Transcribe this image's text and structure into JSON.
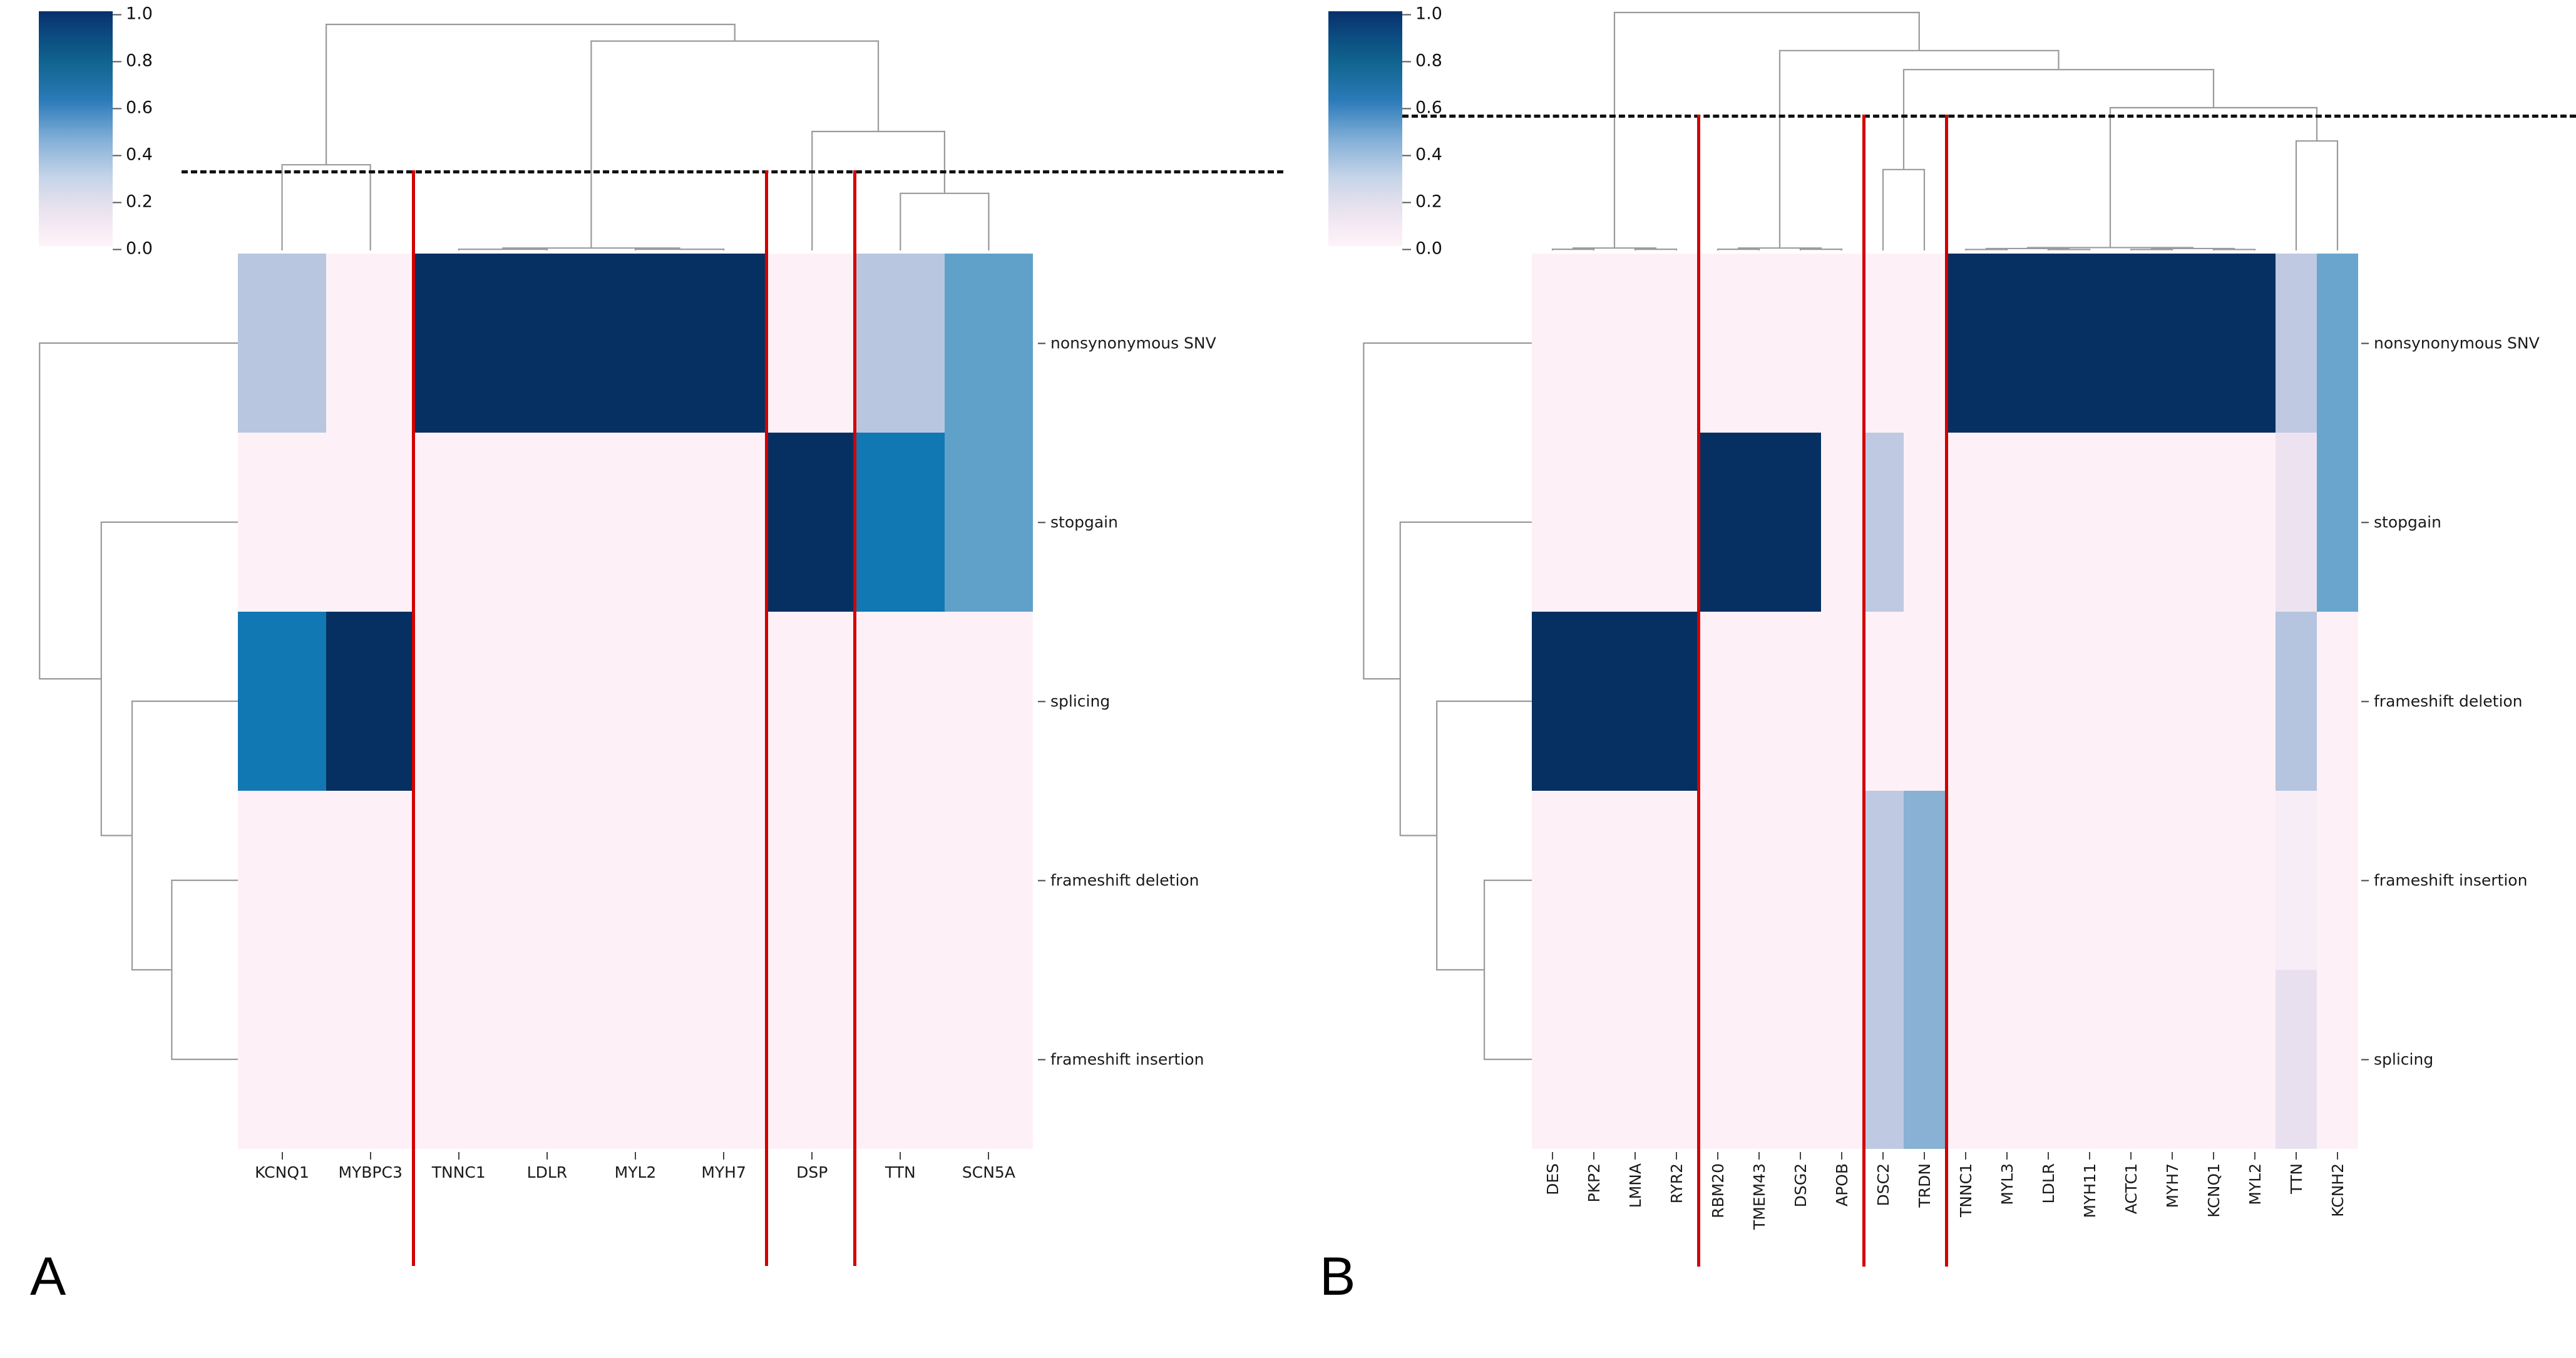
{
  "figure": {
    "panels": [
      {
        "id": "A",
        "letter": "A",
        "colorbar": {
          "ticks": [
            "1.0",
            "0.8",
            "0.6",
            "0.4",
            "0.2",
            "0.0"
          ],
          "vmin": 0.0,
          "vmax": 1.0,
          "colormap": "PuBu-like (pale pink -> dark navy blue)"
        },
        "threshold": {
          "value": 0.39,
          "style": "dashed",
          "color": "#111111"
        },
        "cut_lines": {
          "count": 3,
          "color": "#d40000"
        },
        "row_labels": [
          "nonsynonymous SNV",
          "stopgain",
          "splicing",
          "frameshift deletion",
          "frameshift insertion"
        ],
        "col_labels": [
          "KCNQ1",
          "MYBPC3",
          "TNNC1",
          "LDLR",
          "MYL2",
          "MYH7",
          "DSP",
          "TTN",
          "SCN5A"
        ]
      },
      {
        "id": "B",
        "letter": "B",
        "colorbar": {
          "ticks": [
            "1.0",
            "0.8",
            "0.6",
            "0.4",
            "0.2",
            "0.0"
          ],
          "vmin": 0.0,
          "vmax": 1.0,
          "colormap": "PuBu-like (pale pink -> dark navy blue)"
        },
        "threshold": {
          "value": 0.65,
          "style": "dashed",
          "color": "#111111"
        },
        "cut_lines": {
          "count": 3,
          "color": "#d40000"
        },
        "row_labels": [
          "nonsynonymous SNV",
          "stopgain",
          "frameshift deletion",
          "frameshift insertion",
          "splicing"
        ],
        "col_labels": [
          "DES",
          "PKP2",
          "LMNA",
          "RYR2",
          "RBM20",
          "TMEM43",
          "DSG2",
          "APOB",
          "DSC2",
          "TRDN",
          "TNNC1",
          "MYL3",
          "LDLR",
          "MYH11",
          "ACTC1",
          "MYH7",
          "KCNQ1",
          "MYL2",
          "TTN",
          "KCNH2"
        ]
      }
    ]
  },
  "chart_data": [
    {
      "type": "heatmap",
      "panel": "A",
      "title": "",
      "xlabel": "",
      "ylabel": "",
      "zlim": [
        0.0,
        1.0
      ],
      "grid": false,
      "legend_position": "top-left colorbar",
      "x": [
        "KCNQ1",
        "MYBPC3",
        "TNNC1",
        "LDLR",
        "MYL2",
        "MYH7",
        "DSP",
        "TTN",
        "SCN5A"
      ],
      "y": [
        "nonsynonymous SNV",
        "stopgain",
        "splicing",
        "frameshift deletion",
        "frameshift insertion"
      ],
      "values": [
        [
          0.32,
          0.02,
          1.0,
          1.0,
          1.0,
          1.0,
          0.02,
          0.32,
          0.54
        ],
        [
          0.02,
          0.02,
          0.02,
          0.02,
          0.02,
          0.02,
          1.0,
          0.72,
          0.54
        ],
        [
          0.72,
          1.0,
          0.02,
          0.02,
          0.02,
          0.02,
          0.02,
          0.02,
          0.02
        ],
        [
          0.02,
          0.02,
          0.02,
          0.02,
          0.02,
          0.02,
          0.02,
          0.02,
          0.02
        ],
        [
          0.02,
          0.02,
          0.02,
          0.02,
          0.02,
          0.02,
          0.02,
          0.02,
          0.02
        ]
      ],
      "cut_lines_after_columns": [
        "MYBPC3",
        "MYH7",
        "DSP"
      ],
      "threshold_line": 0.39,
      "col_dendrogram": {
        "orientation": "top",
        "leaf_order": [
          "KCNQ1",
          "MYBPC3",
          "TNNC1",
          "LDLR",
          "MYL2",
          "MYH7",
          "DSP",
          "TTN",
          "SCN5A"
        ],
        "merges": [
          {
            "left": "KCNQ1",
            "right": "MYBPC3",
            "height": 0.36
          },
          {
            "left": "TTN",
            "right": "SCN5A",
            "height": 0.24
          },
          {
            "left": "DSP",
            "right": "(TTN,SCN5A)",
            "height": 0.5
          },
          {
            "left": "(TNNC1,LDLR,MYL2,MYH7)",
            "right": "(DSP,TTN,SCN5A)",
            "height": 0.88
          },
          {
            "left": "(KCNQ1,MYBPC3)",
            "right": "rest",
            "height": 0.95
          }
        ]
      },
      "row_dendrogram": {
        "orientation": "left",
        "leaf_order": [
          "nonsynonymous SNV",
          "stopgain",
          "splicing",
          "frameshift deletion",
          "frameshift insertion"
        ],
        "merges": [
          {
            "left": "frameshift deletion",
            "right": "frameshift insertion",
            "height": 0.3
          },
          {
            "left": "splicing",
            "right": "(frameshift deletion,frameshift insertion)",
            "height": 0.48
          },
          {
            "left": "stopgain",
            "right": "cluster",
            "height": 0.62
          },
          {
            "left": "nonsynonymous SNV",
            "right": "rest",
            "height": 0.9
          }
        ]
      }
    },
    {
      "type": "heatmap",
      "panel": "B",
      "title": "",
      "xlabel": "",
      "ylabel": "",
      "zlim": [
        0.0,
        1.0
      ],
      "grid": false,
      "legend_position": "top-left colorbar",
      "x": [
        "DES",
        "PKP2",
        "LMNA",
        "RYR2",
        "RBM20",
        "TMEM43",
        "DSG2",
        "APOB",
        "DSC2",
        "TRDN",
        "TNNC1",
        "MYL3",
        "LDLR",
        "MYH11",
        "ACTC1",
        "MYH7",
        "KCNQ1",
        "MYL2",
        "TTN",
        "KCNH2"
      ],
      "y": [
        "nonsynonymous SNV",
        "stopgain",
        "frameshift deletion",
        "frameshift insertion",
        "splicing"
      ],
      "values": [
        [
          0.02,
          0.02,
          0.02,
          0.02,
          0.02,
          0.02,
          0.02,
          0.02,
          0.02,
          0.02,
          1.0,
          1.0,
          1.0,
          1.0,
          1.0,
          1.0,
          1.0,
          1.0,
          0.3,
          0.52
        ],
        [
          0.02,
          0.02,
          0.02,
          0.02,
          1.0,
          1.0,
          1.0,
          0.02,
          0.3,
          0.02,
          0.02,
          0.02,
          0.02,
          0.02,
          0.02,
          0.02,
          0.02,
          0.02,
          0.12,
          0.52
        ],
        [
          1.0,
          1.0,
          1.0,
          1.0,
          0.02,
          0.02,
          0.02,
          0.02,
          0.02,
          0.02,
          0.02,
          0.02,
          0.02,
          0.02,
          0.02,
          0.02,
          0.02,
          0.02,
          0.33,
          0.02
        ],
        [
          0.02,
          0.02,
          0.02,
          0.02,
          0.02,
          0.02,
          0.02,
          0.02,
          0.3,
          0.45,
          0.02,
          0.02,
          0.02,
          0.02,
          0.02,
          0.02,
          0.02,
          0.02,
          0.06,
          0.02
        ],
        [
          0.02,
          0.02,
          0.02,
          0.02,
          0.02,
          0.02,
          0.02,
          0.02,
          0.3,
          0.45,
          0.02,
          0.02,
          0.02,
          0.02,
          0.02,
          0.02,
          0.02,
          0.02,
          0.14,
          0.02
        ]
      ],
      "cut_lines_after_columns": [
        "RYR2",
        "APOB",
        "TRDN"
      ],
      "threshold_line": 0.65,
      "col_dendrogram": {
        "orientation": "top",
        "leaf_order": [
          "DES",
          "PKP2",
          "LMNA",
          "RYR2",
          "RBM20",
          "TMEM43",
          "DSG2",
          "APOB",
          "DSC2",
          "TRDN",
          "TNNC1",
          "MYL3",
          "LDLR",
          "MYH11",
          "ACTC1",
          "MYH7",
          "KCNQ1",
          "MYL2",
          "TTN",
          "KCNH2"
        ],
        "merges": [
          {
            "left": "DSC2",
            "right": "TRDN",
            "height": 0.34
          },
          {
            "left": "TTN",
            "right": "KCNH2",
            "height": 0.46
          },
          {
            "left": "(TNNC1..MYL2)",
            "right": "(TTN,KCNH2)",
            "height": 0.6
          },
          {
            "left": "(DSC2,TRDN)",
            "right": "big-right-cluster",
            "height": 0.76
          },
          {
            "left": "(RBM20..APOB)",
            "right": "merged",
            "height": 0.84
          },
          {
            "left": "(DES,PKP2,LMNA,RYR2)",
            "right": "rest",
            "height": 1.0
          }
        ]
      },
      "row_dendrogram": {
        "orientation": "left",
        "leaf_order": [
          "nonsynonymous SNV",
          "stopgain",
          "frameshift deletion",
          "frameshift insertion",
          "splicing"
        ],
        "merges": [
          {
            "left": "frameshift insertion",
            "right": "splicing",
            "height": 0.26
          },
          {
            "left": "frameshift deletion",
            "right": "(frameshift insertion,splicing)",
            "height": 0.52
          },
          {
            "left": "stopgain",
            "right": "cluster",
            "height": 0.72
          },
          {
            "left": "nonsynonymous SNV",
            "right": "rest",
            "height": 0.92
          }
        ]
      }
    }
  ]
}
